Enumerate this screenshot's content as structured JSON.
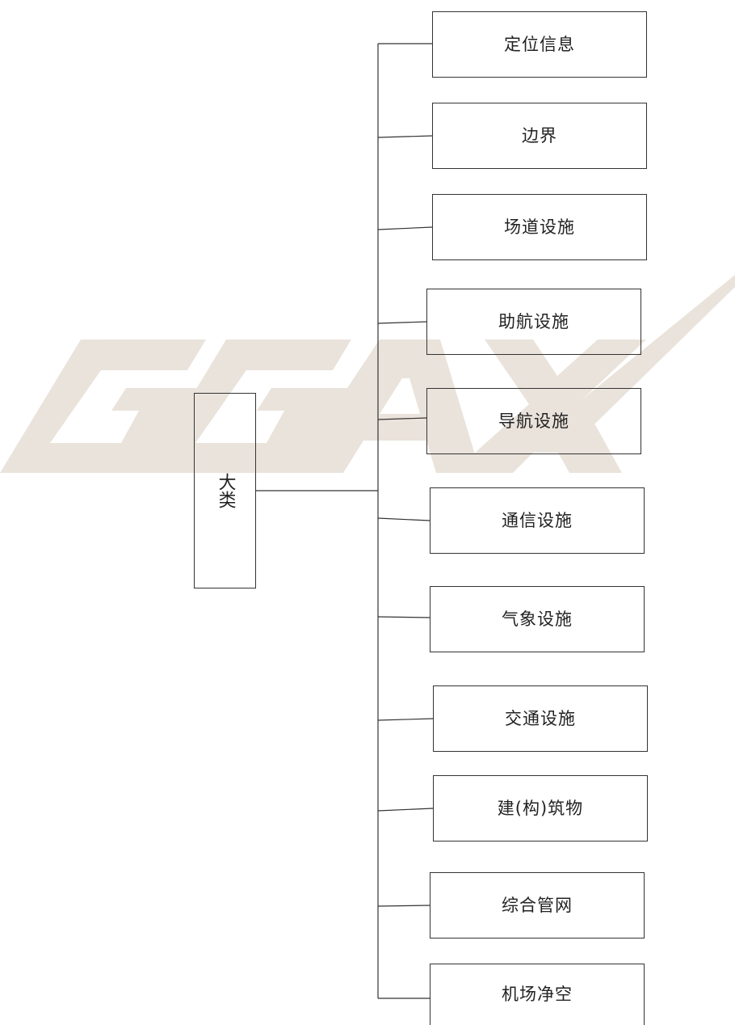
{
  "diagram": {
    "root": {
      "label": "大类"
    },
    "children": [
      {
        "label": "定位信息"
      },
      {
        "label": "边界"
      },
      {
        "label": "场道设施"
      },
      {
        "label": "助航设施"
      },
      {
        "label": "导航设施"
      },
      {
        "label": "通信设施"
      },
      {
        "label": "气象设施"
      },
      {
        "label": "交通设施"
      },
      {
        "label": "建(构)筑物"
      },
      {
        "label": "综合管网"
      },
      {
        "label": "机场净空"
      }
    ],
    "line_color": "#333333",
    "box_border_color": "#333333",
    "watermark": {
      "text": "GGAX",
      "color": "#e8e0d8"
    }
  }
}
